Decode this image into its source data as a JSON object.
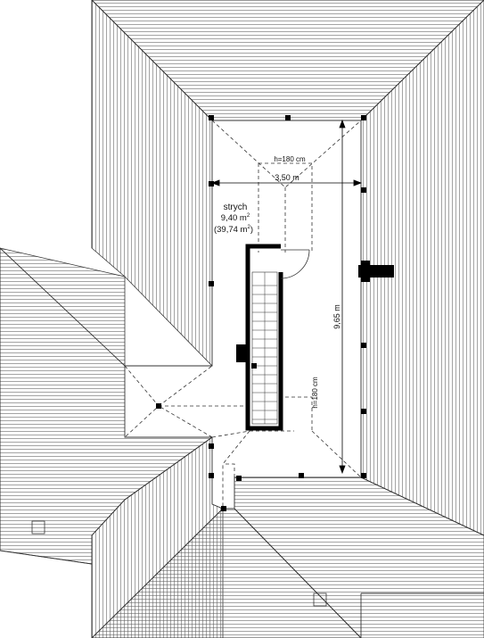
{
  "plan": {
    "room_name": "strych",
    "room_area": "9,40 m",
    "room_area_unit_sup": "2",
    "room_area_total": "(39,74 m",
    "room_area_total_sup": "2",
    "room_area_total_close": ")",
    "dim_width": "3,50 m",
    "dim_length": "9,65 m",
    "height_mark_top": "h=180 cm",
    "height_mark_side": "h=180 cm"
  },
  "colors": {
    "line": "#222222",
    "hatch": "#555555",
    "wall": "#000000"
  }
}
